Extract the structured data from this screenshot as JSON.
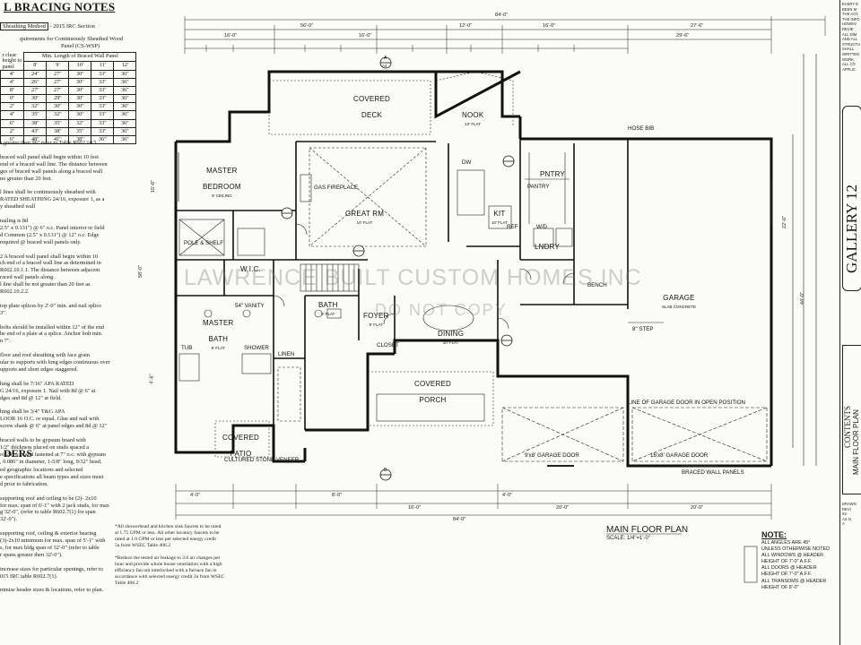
{
  "notes": {
    "title": "L BRACING NOTES",
    "method_label": "Sheathing Method",
    "method_suffix": "- 2015 IRC Section",
    "intro_lines": [
      "quirements for Continuously Sheathed Wood",
      "Panel (CS-WSP)"
    ],
    "table_head_1": "r clear",
    "table_head_1b": "height to",
    "table_head_1c": "panel",
    "table_head_2": "Min. Length of Braced Wall Panel",
    "table_cols": [
      "8'",
      "9'",
      "10'",
      "11'",
      "12'"
    ],
    "table_rows": [
      [
        "4\"",
        "24\"",
        "27\"",
        "30\"",
        "33\"",
        "36\""
      ],
      [
        "4\"",
        "26\"",
        "27\"",
        "30\"",
        "33\"",
        "36\""
      ],
      [
        "8\"",
        "27\"",
        "27\"",
        "30\"",
        "33\"",
        "36\""
      ],
      [
        "0\"",
        "30\"",
        "29\"",
        "30\"",
        "33\"",
        "36\""
      ],
      [
        "2\"",
        "32\"",
        "30\"",
        "30\"",
        "33\"",
        "36\""
      ],
      [
        "4\"",
        "35\"",
        "32\"",
        "30\"",
        "33\"",
        "36\""
      ],
      [
        "6\"",
        "38\"",
        "35\"",
        "32\"",
        "33\"",
        "36\""
      ],
      [
        "2\"",
        "43\"",
        "38\"",
        "35\"",
        "33\"",
        "36\""
      ],
      [
        "6\"",
        "48\"",
        "41\"",
        "38\"",
        "36\"",
        "36\""
      ]
    ],
    "para1": [
      "s greater than 96\" refer to Table R602.10.5",
      "",
      "braced wall panel shall begin within 10 feet",
      "end of a braced wall line. The distance between",
      "ges of braced wall panels along a braced wall",
      "no greater than 20 feet.",
      "",
      "l lines shall be continuously sheathed with",
      "RATED SHEATHING 24/16, exposure 1, as a",
      "y sheathed wall",
      "",
      "nailing is 8d",
      "2.5\" x 0.131\") @ 6\" o.c. Panel interior or field",
      "d Common (2.5\" x 0.131\") @ 12\" o.c. Edge",
      "required @ braced wall panels only.",
      "",
      "2  A braced wall panel shall begin within 10",
      "ch end of a braced wall line as determined in",
      "R602.10.1.1. The distance between adjacent",
      "raced wall panels along",
      "l line shall be not greater than 20 feet as",
      "R602.10.2.2.",
      "",
      "top plate splices by 2'-0\" min. and nail splice",
      "3\".",
      "",
      "bolts should be installed within 12\" of the end",
      "he end of a plate at a splice. Anchor bolt min.",
      "n 7\".",
      "",
      "floor and roof sheathing with face grain",
      "ular to supports with long edges continuous over",
      "upports and short edges staggered.",
      "",
      "hing shall be 7/16\" APA RATED",
      "G 24/16, exposure 1. Nail with 8d @ 6\" at",
      "dges and 8d @ 12\" at field.",
      "",
      "hing shall be 3/4\" T&G APA",
      "LOOR 16 O.C. or equal.  Glue and nail with",
      "screw shank @ 6\" at panel edges and 8d @ 12\"",
      "",
      "braced walls to be gypsum board with",
      "1/2\" thickness placed on studs spaced a",
      "of 24\" o.c. and fastened at 7\" o.c. with gypsum",
      ", 0.086\" in diameter, 1-5/8\" long, 9/32\" head."
    ],
    "ders_title": "DERS",
    "para2": [
      "ed geographic locations and selected",
      "e specifications all beam types and sizes must",
      "d prior to fabrication.",
      "",
      "supporting roof and ceiling to be (2)- 2x10",
      "for max. span of 6'-1\" with 2 jack studs, for max",
      "g 32'-0\", (refer to table R602.7(1) for span",
      "32'-0\").",
      "",
      "supporting roof, ceiling & exterior bearing",
      "(3)-2x10 minimum for max. span of 5'-1\" with",
      "s, for max bldg span of 32'-0\" (refer to table",
      "r spans greater then 32'-0\").",
      "",
      "increase sizes for particular openings, refer to",
      "015 IRC table R602.7(1).",
      "",
      "mmise header sizes & locations, refer to plan."
    ]
  },
  "plan": {
    "overall_dim": "84'-0\"",
    "top_dims": [
      "12'-0\"",
      "56'-0\"",
      "16'-0\"",
      "16'-0\"",
      "27'-6\"",
      "16'-0\"",
      "29'-6\""
    ],
    "bottom_dims": [
      "84'-0\"",
      "4'-0\"",
      "20'-0\"",
      "20'-0\"",
      "4'-0\"",
      "8'-0\"",
      "16'-0\""
    ],
    "side_dims": [
      "44'-0\"",
      "22'-0\"",
      "58'-0\"",
      "15'-6\"",
      "4'-6\""
    ],
    "rooms": [
      {
        "name": "MASTER",
        "name2": "BEDROOM",
        "ceil": "9' CEILING"
      },
      {
        "name": "GREAT RM",
        "ceil": "10' FLAT"
      },
      {
        "name": "NOOK",
        "ceil": "10' FLAT"
      },
      {
        "name": "KIT",
        "ceil": "10' FLAT"
      },
      {
        "name": "PNTRY",
        "ceil": ""
      },
      {
        "name": "LNDRY",
        "ceil": ""
      },
      {
        "name": "GARAGE",
        "ceil": "SLAB CONCRETE"
      },
      {
        "name": "W.I.C.",
        "ceil": ""
      },
      {
        "name": "MASTER",
        "name2": "BATH",
        "ceil": "9' FLAT"
      },
      {
        "name": "BATH",
        "ceil": "9' FLAT"
      },
      {
        "name": "FOYER",
        "ceil": "9' FLAT"
      },
      {
        "name": "DINING",
        "ceil": "10' FLAT"
      },
      {
        "name": "COVERED",
        "name2": "PORCH",
        "ceil": ""
      },
      {
        "name": "COVERED",
        "name2": "DECK",
        "ceil": ""
      },
      {
        "name": "COVERED",
        "name2": "PATIO",
        "ceil": ""
      }
    ],
    "small_labels": [
      "POLE & SHELF",
      "54\" VANITY",
      "SHOWER",
      "TUB",
      "GAS FIREPLACE",
      "DW",
      "REF",
      "PANTRY",
      "W/D",
      "BENCH",
      "LINEN",
      "CLOSET",
      "HOSE BIB",
      "16'x8' GARAGE DOOR",
      "9'x8' GARAGE DOOR",
      "LINE OF GARAGE DOOR IN OPEN POSITION",
      "BRACED WALL PANELS",
      "CULTURED STONE VENEER",
      "8\" STEP"
    ],
    "section_marks": [
      "A",
      "A4",
      "B"
    ],
    "watermark": "LAWRENCE BUILT CUSTOM HOMES INC",
    "watermark2": "DO NOT COPY"
  },
  "footnotes": [
    "*All showerhead and kitchen sink faucets to be rated",
    "at 1.75 GPM or less. All other lavatory faucets to be",
    "rated at 1.0 GPM or less per selected energy credit",
    "5a from WSEC Table 406.2",
    "",
    "*Reduce the tested air leakage to 3.0 air changes per",
    "hour and provide whole house ventilation with a high",
    "efficiency fan not interlocked with a furnace fan in",
    "accordance with selected energy credit 2a from WSEC",
    "Table 406.2"
  ],
  "plan_title": "MAIN FLOOR PLAN",
  "plan_scale": "SCALE:  1/4\"=1'-0\"",
  "note_head": "NOTE:",
  "note_lines": [
    "ALL ANGLES ARE 45°",
    "UNLESS OTHERWISE NOTED",
    "ALL WINDOWS @ HEADER",
    "HEIGHT OF 7'-0\" A.F.F.",
    "ALL DOORS @ HEADER",
    "HEIGHT OF 7'-0\" A.F.F.",
    "ALL TRANSOMS @ HEADER",
    "HEIGHT OF 8'-0\""
  ],
  "title_block": {
    "gallery": "GALLERY 12",
    "contents": "CONTENTS",
    "sheet_name": "MAIN FLOOR PLAN",
    "small_top": [
      "EVERY E",
      "BEEN M",
      "THE ACC",
      "THE INFO",
      "HOWEV",
      "REVIE",
      "ALL DIM",
      "AND ALL",
      "STRUCTU",
      "SHALL",
      "WRITTEN",
      "WORK.",
      "ALL CO",
      "APPLIC"
    ],
    "small_bottom": [
      "DRAWN",
      "REVI",
      "02-",
      "AS N",
      "A"
    ]
  }
}
